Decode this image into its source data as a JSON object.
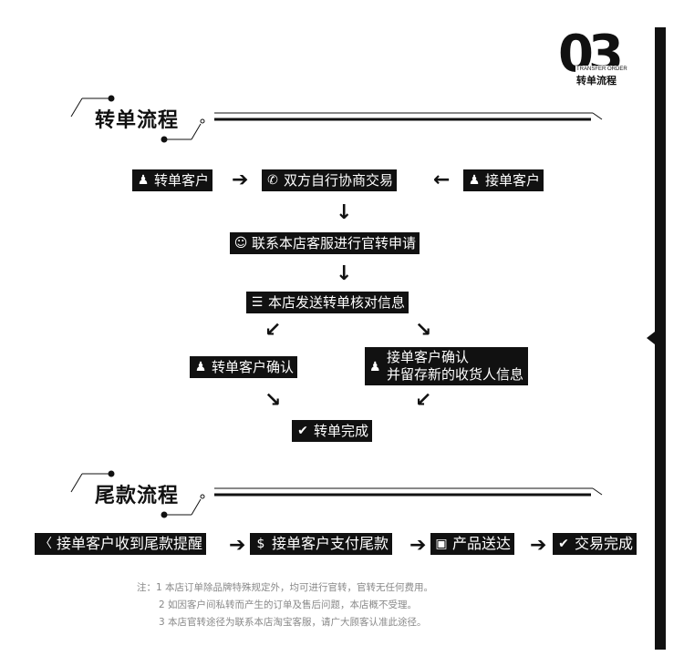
{
  "logo": {
    "number": "03",
    "sub": "TRANSFER ORDER",
    "title": "转单流程"
  },
  "section1": {
    "title": "转单流程"
  },
  "section2": {
    "title": "尾款流程"
  },
  "transfer_flow": {
    "seller_customer": "转单客户",
    "negotiate": "双方自行协商交易",
    "buyer_customer": "接单客户",
    "contact": "联系本店客服进行官转申请",
    "verify": "本店发送转单核对信息",
    "seller_confirm": "转单客户确认",
    "buyer_confirm_line1": "接单客户确认",
    "buyer_confirm_line2": "并留存新的收货人信息",
    "done": "转单完成",
    "arrow_right": "➔",
    "arrow_left": "←",
    "arrow_down": "↓",
    "arrow_down_left": "↙",
    "arrow_down_right": "↘"
  },
  "balance_flow": {
    "step1": "接单客户收到尾款提醒",
    "step2": "接单客户支付尾款",
    "step3": "产品送达",
    "step4": "交易完成",
    "arrow": "➔"
  },
  "notes": {
    "line1": "注：1 本店订单除品牌特殊规定外，均可进行官转，官转无任何费用。",
    "line2": "2 如因客户间私转而产生的订单及售后问题，本店概不受理。",
    "line3": "3 本店官转途径为联系本店淘宝客服，请广大顾客认准此途径。"
  },
  "icons": [
    "user-icon",
    "phone-icon",
    "smile-icon",
    "list-icon",
    "check-circle-icon",
    "chat-icon",
    "money-bag-icon",
    "truck-icon"
  ],
  "colors": {
    "ink": "#111111",
    "paper": "#ffffff",
    "note": "#888888"
  }
}
